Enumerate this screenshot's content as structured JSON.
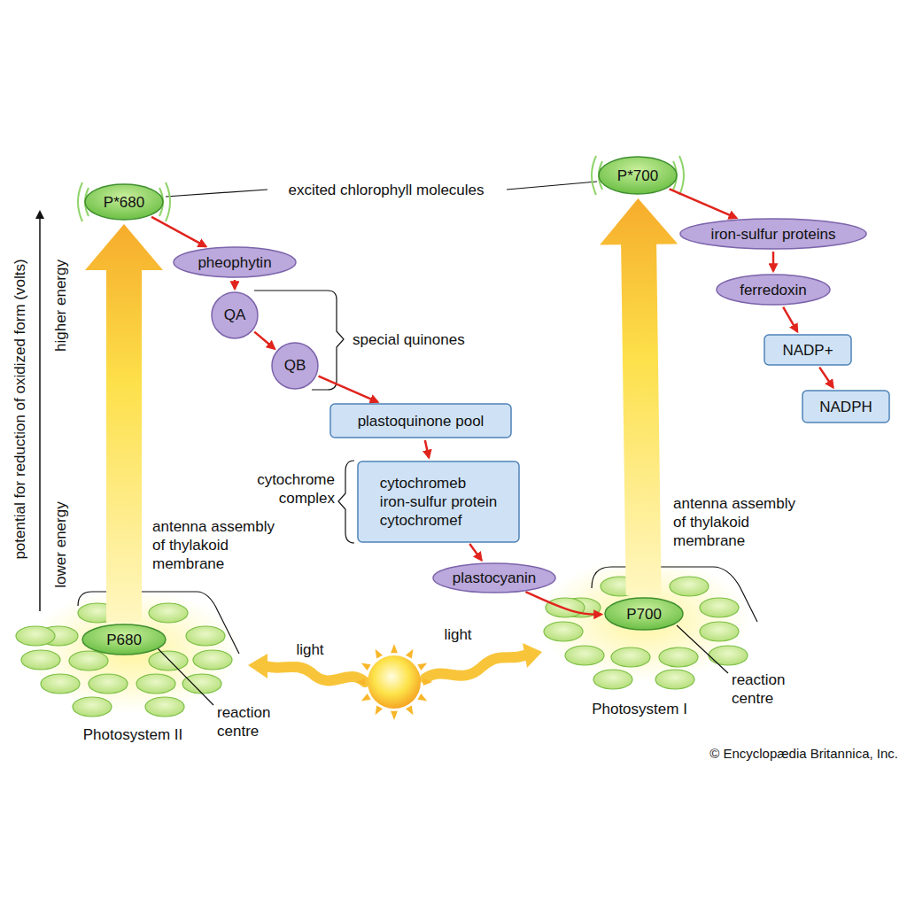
{
  "diagram": {
    "nodes": [
      {
        "text": [
          "P*680"
        ]
      },
      {
        "text": [
          "pheophytin"
        ]
      },
      {
        "text": [
          "QA"
        ]
      },
      {
        "text": [
          "QB"
        ]
      },
      {
        "text": [
          "plastoquinone pool"
        ]
      },
      {
        "text": [
          "cytochromeb",
          "iron-sulfur protein",
          "cytochromef"
        ]
      },
      {
        "text": [
          "plastocyanin"
        ]
      },
      {
        "text": [
          "P*700"
        ]
      },
      {
        "text": [
          "iron-sulfur proteins"
        ]
      },
      {
        "text": [
          "ferredoxin"
        ]
      },
      {
        "text": [
          "NADP+"
        ]
      },
      {
        "text": [
          "NADPH"
        ]
      },
      {
        "text": [
          "P680"
        ]
      },
      {
        "text": [
          "P700"
        ]
      }
    ],
    "edges": [
      {
        "from": 12,
        "to": 0,
        "arrow": "to"
      },
      {
        "from": 0,
        "to": 1,
        "arrow": "to"
      },
      {
        "from": 1,
        "to": 2,
        "arrow": "to"
      },
      {
        "from": 2,
        "to": 3,
        "arrow": "to"
      },
      {
        "from": 3,
        "to": 4,
        "arrow": "to"
      },
      {
        "from": 4,
        "to": 5,
        "arrow": "to"
      },
      {
        "from": 5,
        "to": 6,
        "arrow": "to"
      },
      {
        "from": 6,
        "to": 13,
        "arrow": "to"
      },
      {
        "from": 13,
        "to": 7,
        "arrow": "to"
      },
      {
        "from": 7,
        "to": 8,
        "arrow": "to"
      },
      {
        "from": 8,
        "to": 9,
        "arrow": "to"
      },
      {
        "from": 9,
        "to": 10,
        "arrow": "to"
      },
      {
        "from": 10,
        "to": 11,
        "arrow": "to"
      }
    ],
    "labels": [
      "excited chlorophyll molecules",
      "special quinones",
      "cytochrome complex",
      "antenna assembly of thylakoid membrane",
      "reaction centre",
      "Photosystem II",
      "antenna assembly of thylakoid membrane",
      "reaction centre",
      "Photosystem I",
      "light",
      "light",
      "potential for reduction of oxidized form (volts)",
      "higher energy",
      "lower energy",
      "© Encyclopædia Britannica, Inc."
    ]
  }
}
